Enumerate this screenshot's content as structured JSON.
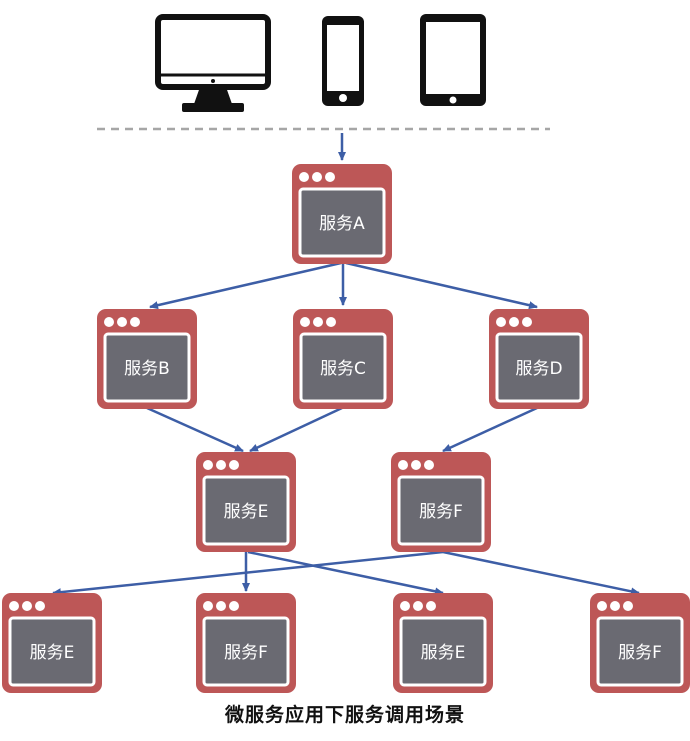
{
  "devices": [
    "monitor-icon",
    "phone-icon",
    "tablet-icon"
  ],
  "colors": {
    "node_frame": "#bd5757",
    "node_inner": "#6a6a72",
    "arrow": "#3d5ea6",
    "divider": "#a6a6a6"
  },
  "nodes": [
    {
      "id": "A",
      "label": "服务A"
    },
    {
      "id": "B",
      "label": "服务B"
    },
    {
      "id": "C",
      "label": "服务C"
    },
    {
      "id": "D",
      "label": "服务D"
    },
    {
      "id": "E1",
      "label": "服务E"
    },
    {
      "id": "F1",
      "label": "服务F"
    },
    {
      "id": "E2",
      "label": "服务E"
    },
    {
      "id": "F2",
      "label": "服务F"
    },
    {
      "id": "E3",
      "label": "服务E"
    },
    {
      "id": "F3",
      "label": "服务F"
    }
  ],
  "edges": [
    [
      "client",
      "A"
    ],
    [
      "A",
      "B"
    ],
    [
      "A",
      "C"
    ],
    [
      "A",
      "D"
    ],
    [
      "B",
      "E1"
    ],
    [
      "C",
      "E1"
    ],
    [
      "D",
      "F1"
    ],
    [
      "E1",
      "F2"
    ],
    [
      "E1",
      "E3"
    ],
    [
      "F1",
      "E2"
    ],
    [
      "F1",
      "F3"
    ]
  ],
  "caption": "微服务应用下服务调用场景"
}
